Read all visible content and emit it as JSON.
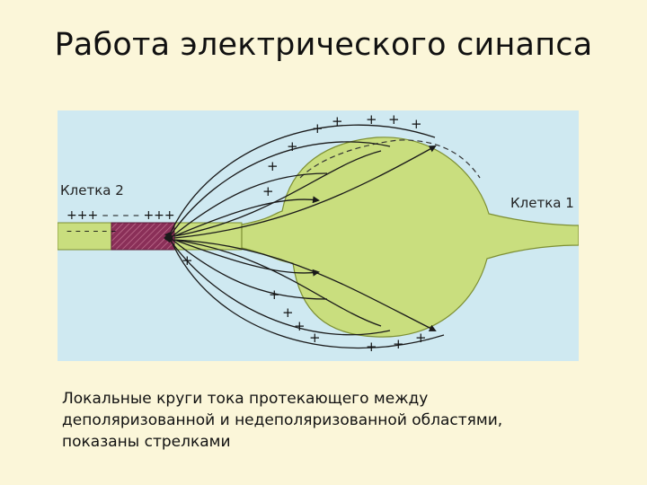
{
  "slide": {
    "title": "Работа электрического синапса"
  },
  "diagram": {
    "cell2_label": "Клетка 2",
    "cell1_label": "Клетка 1",
    "cell2_top_charges": "+++ – – – – +++",
    "cell2_bottom_charges": "– – –              – – –",
    "plus": "+",
    "colors": {
      "background": "#cfe9f1",
      "cell_fill": "#c9de7e",
      "cell_stroke": "#7d8f33",
      "gap_block": "#8a2f58",
      "arrows": "#1a1a1a"
    }
  },
  "caption": {
    "line1": "Локальные круги тока протекающего между",
    "line2": "деполяризованной и недеполяризованной областями,",
    "line3": "показаны стрелками"
  }
}
